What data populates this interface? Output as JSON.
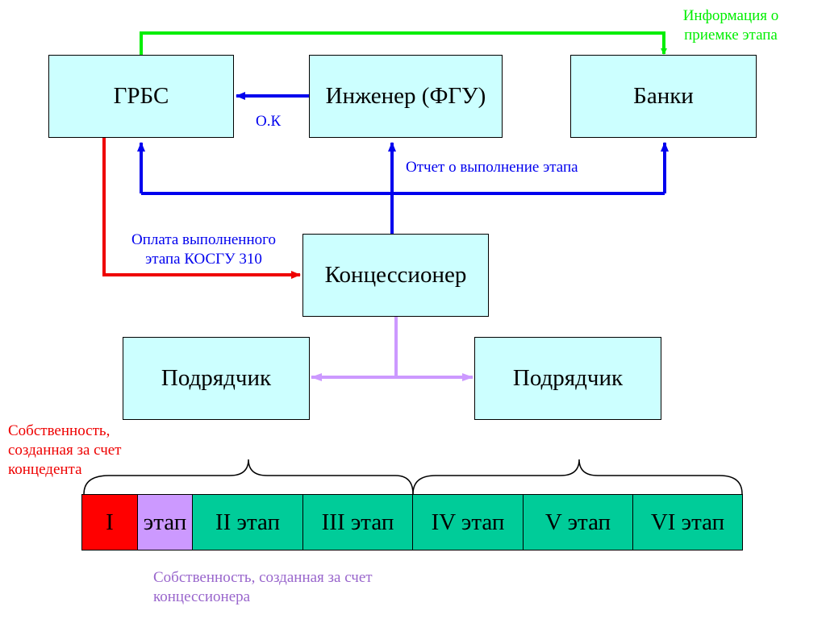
{
  "boxes": {
    "grbs": "ГРБС",
    "engineer": "Инженер (ФГУ)",
    "banks": "Банки",
    "concessioner": "Концессионер",
    "contractor_left": "Подрядчик",
    "contractor_right": "Подрядчик"
  },
  "labels": {
    "info_line1": "Информация о",
    "info_line2": "приемке этапа",
    "ok": "О.К",
    "report": "Отчет о выполнение этапа",
    "payment_line1": "Оплата выполненного",
    "payment_line2": "этапа КОСГУ 310",
    "grantor_prop_line1": "Собственность,",
    "grantor_prop_line2": "созданная за счет",
    "grantor_prop_line3": "концедента",
    "concessioner_prop_line1": "Собственность, созданная за счет",
    "concessioner_prop_line2": "концессионера"
  },
  "stages": [
    {
      "label": "I",
      "color": "#ff0000"
    },
    {
      "label": "этап",
      "color": "#cc99ff"
    },
    {
      "label": "II этап",
      "color": "#00cc99"
    },
    {
      "label": "III этап",
      "color": "#00cc99"
    },
    {
      "label": "IV этап",
      "color": "#00cc99"
    },
    {
      "label": "V этап",
      "color": "#00cc99"
    },
    {
      "label": "VI этап",
      "color": "#00cc99"
    }
  ],
  "colors": {
    "box_fill": "#ccffff",
    "info_flow": "#00ee00",
    "report_flow": "#0000ee",
    "payment_flow": "#ee0000",
    "contractor_flow": "#cc99ff",
    "grantor_label": "#ee0000",
    "concessioner_label": "#9966cc"
  }
}
